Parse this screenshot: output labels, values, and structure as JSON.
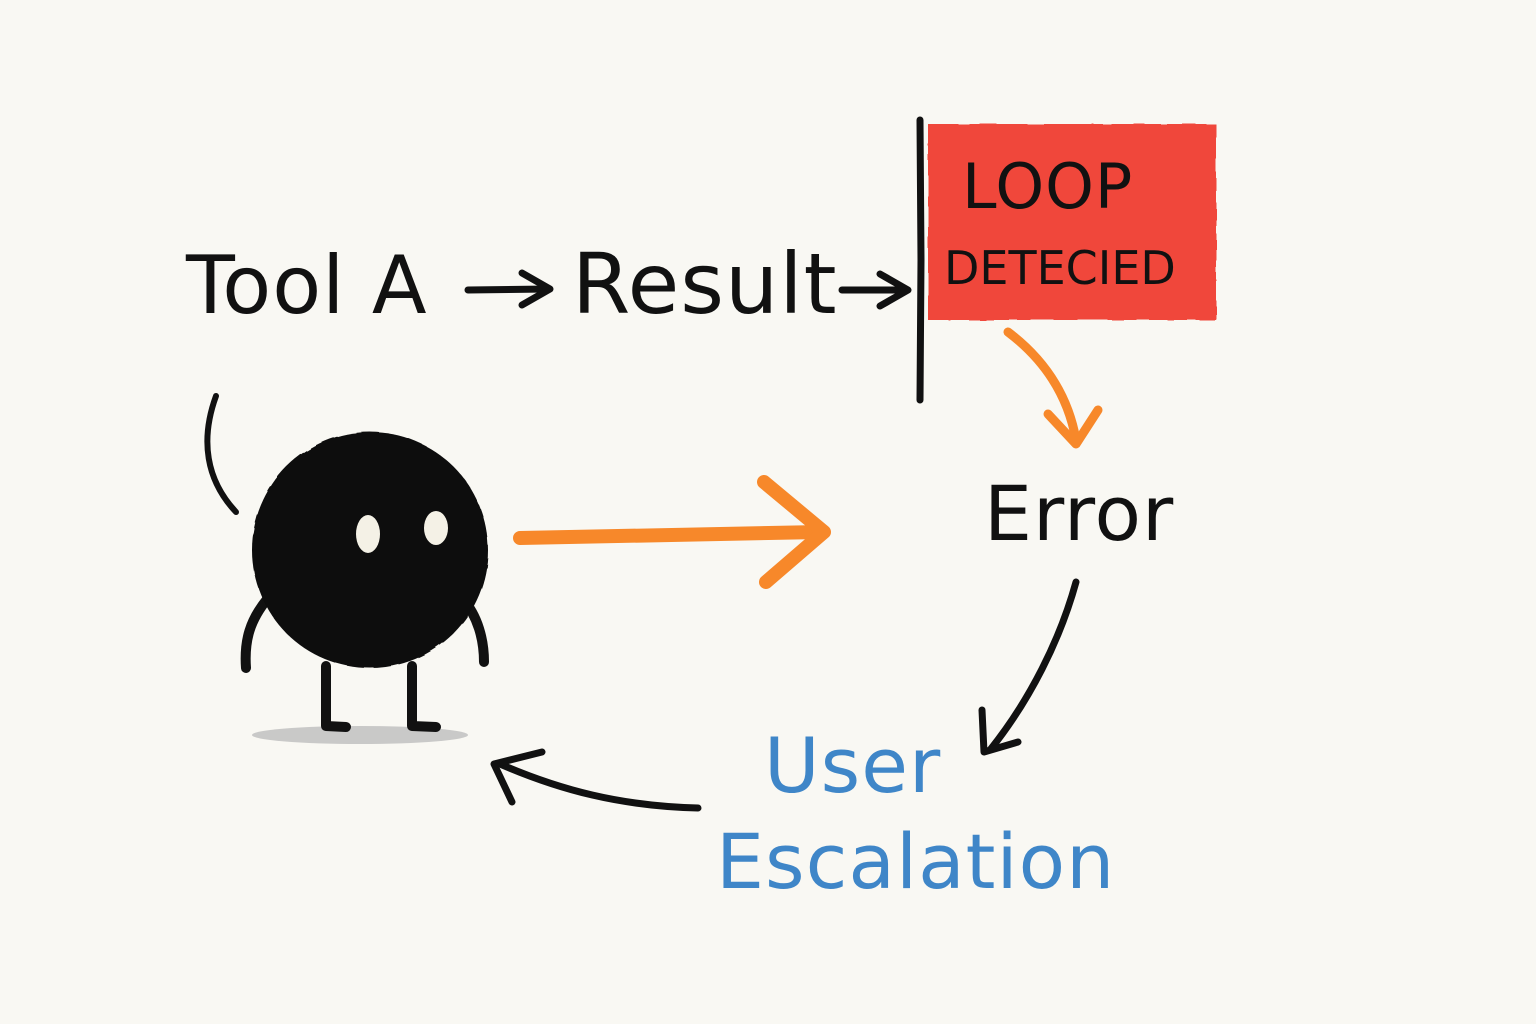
{
  "nodes": {
    "tool_a": "Tool A",
    "result": "Result",
    "error": "Error",
    "loop_flag": {
      "line1": "LOOP",
      "line2": "DETECIED"
    },
    "user_escalation": {
      "line1": "User",
      "line2": "Escalation"
    }
  },
  "colors": {
    "background": "#f9f8f3",
    "ink": "#111111",
    "flag_red": "#f0473b",
    "arrow_orange": "#f7882a",
    "escalation_blue": "#3f86c8",
    "shadow_gray": "#bdbdbd"
  },
  "icons": [
    "agent-character-icon",
    "flag-pole-icon"
  ]
}
